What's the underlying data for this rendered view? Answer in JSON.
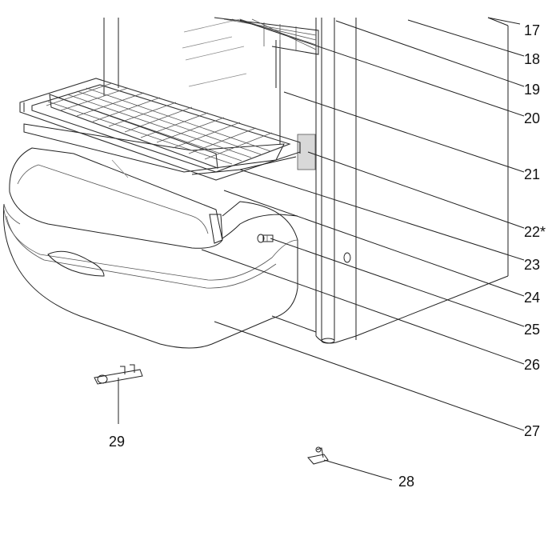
{
  "diagram": {
    "callouts": [
      {
        "id": "17",
        "text": "17"
      },
      {
        "id": "18",
        "text": "18"
      },
      {
        "id": "19",
        "text": "19"
      },
      {
        "id": "20",
        "text": "20"
      },
      {
        "id": "21",
        "text": "21"
      },
      {
        "id": "22",
        "text": "22*"
      },
      {
        "id": "23",
        "text": "23"
      },
      {
        "id": "24",
        "text": "24"
      },
      {
        "id": "25",
        "text": "25"
      },
      {
        "id": "26",
        "text": "26"
      },
      {
        "id": "27",
        "text": "27"
      },
      {
        "id": "28",
        "text": "28"
      },
      {
        "id": "29",
        "text": "29"
      }
    ],
    "colors": {
      "line": "#222222",
      "fill": "#ffffff",
      "shade": "#d8d8d8",
      "background": "#ffffff"
    }
  }
}
